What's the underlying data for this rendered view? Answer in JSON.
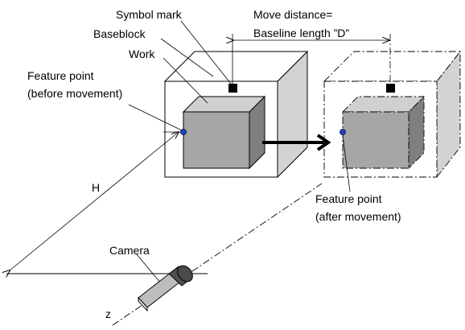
{
  "labels": {
    "symbol_mark": "Symbol mark",
    "baseblock": "Baseblock",
    "work": "Work",
    "feature_before_line1": "Feature point",
    "feature_before_line2": "(before movement)",
    "move_distance_line1": "Move distance=",
    "move_distance_line2": "Baseline length ”D”",
    "distance_h": "H",
    "feature_after_line1": "Feature point",
    "feature_after_line2": "(after movement)",
    "camera": "Camera",
    "axis_z": "z"
  },
  "colors": {
    "outline": "#000000",
    "block_front": "#a6a6a6",
    "block_top": "#d0d0d0",
    "block_side": "#7f7f7f",
    "panel_side": "#d3d3d3",
    "feature_point": "#1f3fd0"
  }
}
